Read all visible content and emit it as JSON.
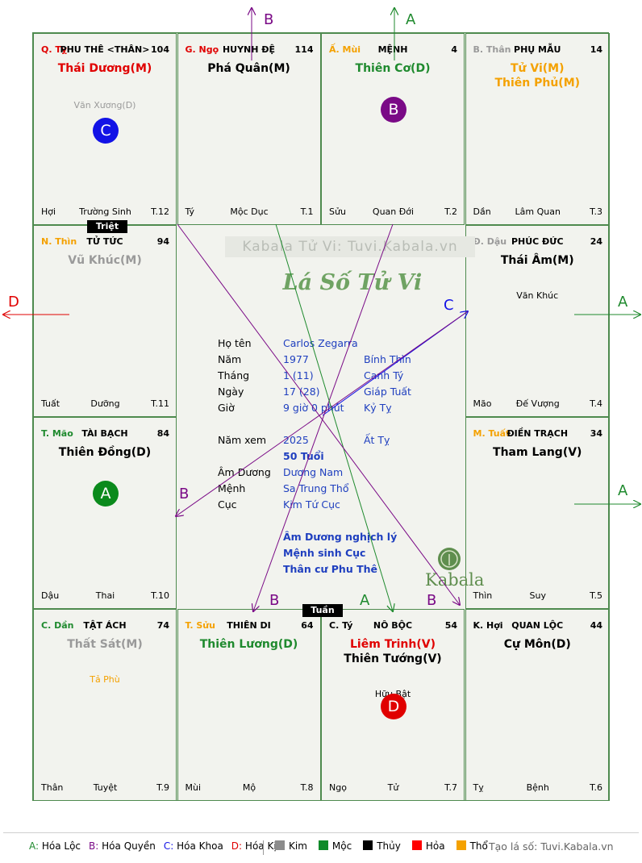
{
  "watermark_top": "Kabala Tử Vi: Tuvi.Kabala.vn",
  "script_title": "Lá Số Tử Vi",
  "kabala_brand": "Kabala",
  "markers": {
    "triet": "Triệt",
    "tuan": "Tuần"
  },
  "palaces": [
    {
      "can": "Q. Tỵ",
      "name": "PHU THÊ <THÂN>",
      "num": "104",
      "main": [
        "Thái Dương(M)"
      ],
      "main_colors": [
        "red"
      ],
      "sub": [
        "Văn Xương(D)"
      ],
      "sub_colors": [
        "grey"
      ],
      "chi": "Hợi",
      "truong": "Trường Sinh",
      "t": "T.12",
      "circle": "C",
      "circle_color": "#1212e6",
      "can_color": "red"
    },
    {
      "can": "G. Ngọ",
      "name": "HUYNH ĐỆ",
      "num": "114",
      "main": [
        "Phá Quân(M)"
      ],
      "main_colors": [
        "black"
      ],
      "sub": [],
      "sub_colors": [],
      "chi": "Tý",
      "truong": "Mộc Dục",
      "t": "T.1",
      "circle": "",
      "circle_color": "",
      "can_color": "red"
    },
    {
      "can": "Ấ. Mùi",
      "name": "MỆNH",
      "num": "4",
      "main": [
        "Thiên Cơ(D)"
      ],
      "main_colors": [
        "green"
      ],
      "sub": [],
      "sub_colors": [],
      "chi": "Sửu",
      "truong": "Quan Đới",
      "t": "T.2",
      "circle": "B",
      "circle_color": "#7a0a86",
      "can_color": "orange"
    },
    {
      "can": "B. Thân",
      "name": "PHỤ MẪU",
      "num": "14",
      "main": [
        "Tử Vi(M)",
        "Thiên Phủ(M)"
      ],
      "main_colors": [
        "orange",
        "orange"
      ],
      "sub": [],
      "sub_colors": [],
      "chi": "Dần",
      "truong": "Lâm Quan",
      "t": "T.3",
      "circle": "",
      "circle_color": "",
      "can_color": "grey"
    },
    {
      "can": "Đ. Dậu",
      "name": "PHÚC ĐỨC",
      "num": "24",
      "main": [
        "Thái Âm(M)"
      ],
      "main_colors": [
        "black"
      ],
      "sub": [
        "Văn Khúc"
      ],
      "sub_colors": [
        "black"
      ],
      "chi": "Mão",
      "truong": "Đế Vượng",
      "t": "T.4",
      "circle": "",
      "circle_color": "",
      "can_color": "grey"
    },
    {
      "can": "M. Tuất",
      "name": "ĐIỀN TRẠCH",
      "num": "34",
      "main": [
        "Tham Lang(V)"
      ],
      "main_colors": [
        "black"
      ],
      "sub": [],
      "sub_colors": [],
      "chi": "Thìn",
      "truong": "Suy",
      "t": "T.5",
      "circle": "",
      "circle_color": "",
      "can_color": "orange"
    },
    {
      "can": "K. Hợi",
      "name": "QUAN LỘC",
      "num": "44",
      "main": [
        "Cự Môn(D)"
      ],
      "main_colors": [
        "black"
      ],
      "sub": [],
      "sub_colors": [],
      "chi": "Tỵ",
      "truong": "Bệnh",
      "t": "T.6",
      "circle": "",
      "circle_color": "",
      "can_color": "black"
    },
    {
      "can": "C. Tý",
      "name": "NÔ BỘC",
      "num": "54",
      "main": [
        "Liêm Trinh(V)",
        "Thiên Tướng(V)"
      ],
      "main_colors": [
        "red",
        "black"
      ],
      "sub": [
        "Hữu Bật"
      ],
      "sub_colors": [
        "black"
      ],
      "chi": "Ngọ",
      "truong": "Tử",
      "t": "T.7",
      "circle": "D",
      "circle_color": "#e00000",
      "can_color": "black"
    },
    {
      "can": "T. Sửu",
      "name": "THIÊN DI",
      "num": "64",
      "main": [
        "Thiên Lương(D)"
      ],
      "main_colors": [
        "green"
      ],
      "sub": [],
      "sub_colors": [],
      "chi": "Mùi",
      "truong": "Mộ",
      "t": "T.8",
      "circle": "",
      "circle_color": "",
      "can_color": "orange"
    },
    {
      "can": "C. Dần",
      "name": "TẬT ÁCH",
      "num": "74",
      "main": [
        "Thất Sát(M)"
      ],
      "main_colors": [
        "grey"
      ],
      "sub": [
        "Tả Phù"
      ],
      "sub_colors": [
        "orange"
      ],
      "chi": "Thân",
      "truong": "Tuyệt",
      "t": "T.9",
      "circle": "",
      "circle_color": "",
      "can_color": "green"
    },
    {
      "can": "T. Mão",
      "name": "TÀI BẠCH",
      "num": "84",
      "main": [
        "Thiên Đồng(D)"
      ],
      "main_colors": [
        "black"
      ],
      "sub": [],
      "sub_colors": [],
      "chi": "Dậu",
      "truong": "Thai",
      "t": "T.10",
      "circle": "A",
      "circle_color": "#0b8a1c",
      "can_color": "green"
    },
    {
      "can": "N. Thìn",
      "name": "TỬ TỨC",
      "num": "94",
      "main": [
        "Vũ Khúc(M)"
      ],
      "main_colors": [
        "grey"
      ],
      "sub": [],
      "sub_colors": [],
      "chi": "Tuất",
      "truong": "Dưỡng",
      "t": "T.11",
      "circle": "",
      "circle_color": "",
      "can_color": "orange"
    }
  ],
  "info": [
    {
      "label": "Họ tên",
      "v1": "Carlos Zegarra",
      "v2": ""
    },
    {
      "label": "Năm",
      "v1": "1977",
      "v2": "Bính Thìn"
    },
    {
      "label": "Tháng",
      "v1": "1  (11)",
      "v2": "Canh Tý"
    },
    {
      "label": "Ngày",
      "v1": "17  (28)",
      "v2": "Giáp Tuất"
    },
    {
      "label": "Giờ",
      "v1": "9 giờ 0 phút",
      "v2": "Kỷ Tỵ"
    },
    {
      "label": "Năm xem",
      "v1": "2025",
      "v2": "Ất Tỵ"
    },
    {
      "label": "",
      "v1": "50 Tuổi",
      "v2": ""
    },
    {
      "label": "Âm Dương",
      "v1": "Dương Nam",
      "v2": ""
    },
    {
      "label": "Mệnh",
      "v1": "Sa Trung Thổ",
      "v2": ""
    },
    {
      "label": "Cục",
      "v1": "Kim Tứ Cục",
      "v2": ""
    }
  ],
  "notes": [
    "Âm Dương nghịch lý",
    "Mệnh sinh Cục",
    "Thân cư Phu Thê"
  ],
  "arrow_labels": {
    "top_b": "B",
    "top_a": "A",
    "left_d": "D",
    "right_a1": "A",
    "right_a2": "A",
    "c_center": "C",
    "b_left": "B",
    "b_bottom1": "B",
    "a_bottom": "A",
    "b_bottom2": "B"
  },
  "legend": {
    "hoa": [
      {
        "key": "A:",
        "label": "Hóa Lộc",
        "color": "#1f8a2e"
      },
      {
        "key": "B:",
        "label": "Hóa Quyền",
        "color": "#7a0a86"
      },
      {
        "key": "C:",
        "label": "Hóa Khoa",
        "color": "#1212e6"
      },
      {
        "key": "D:",
        "label": "Hóa Kị",
        "color": "#e00000"
      }
    ],
    "elements": [
      {
        "label": "Kim",
        "color": "#8c8c8c"
      },
      {
        "label": "Mộc",
        "color": "#0f8a2a"
      },
      {
        "label": "Thủy",
        "color": "#000000"
      },
      {
        "label": "Hỏa",
        "color": "#ff0000"
      },
      {
        "label": "Thổ",
        "color": "#f4a100"
      }
    ],
    "site": "Tạo lá số: Tuvi.Kabala.vn"
  }
}
